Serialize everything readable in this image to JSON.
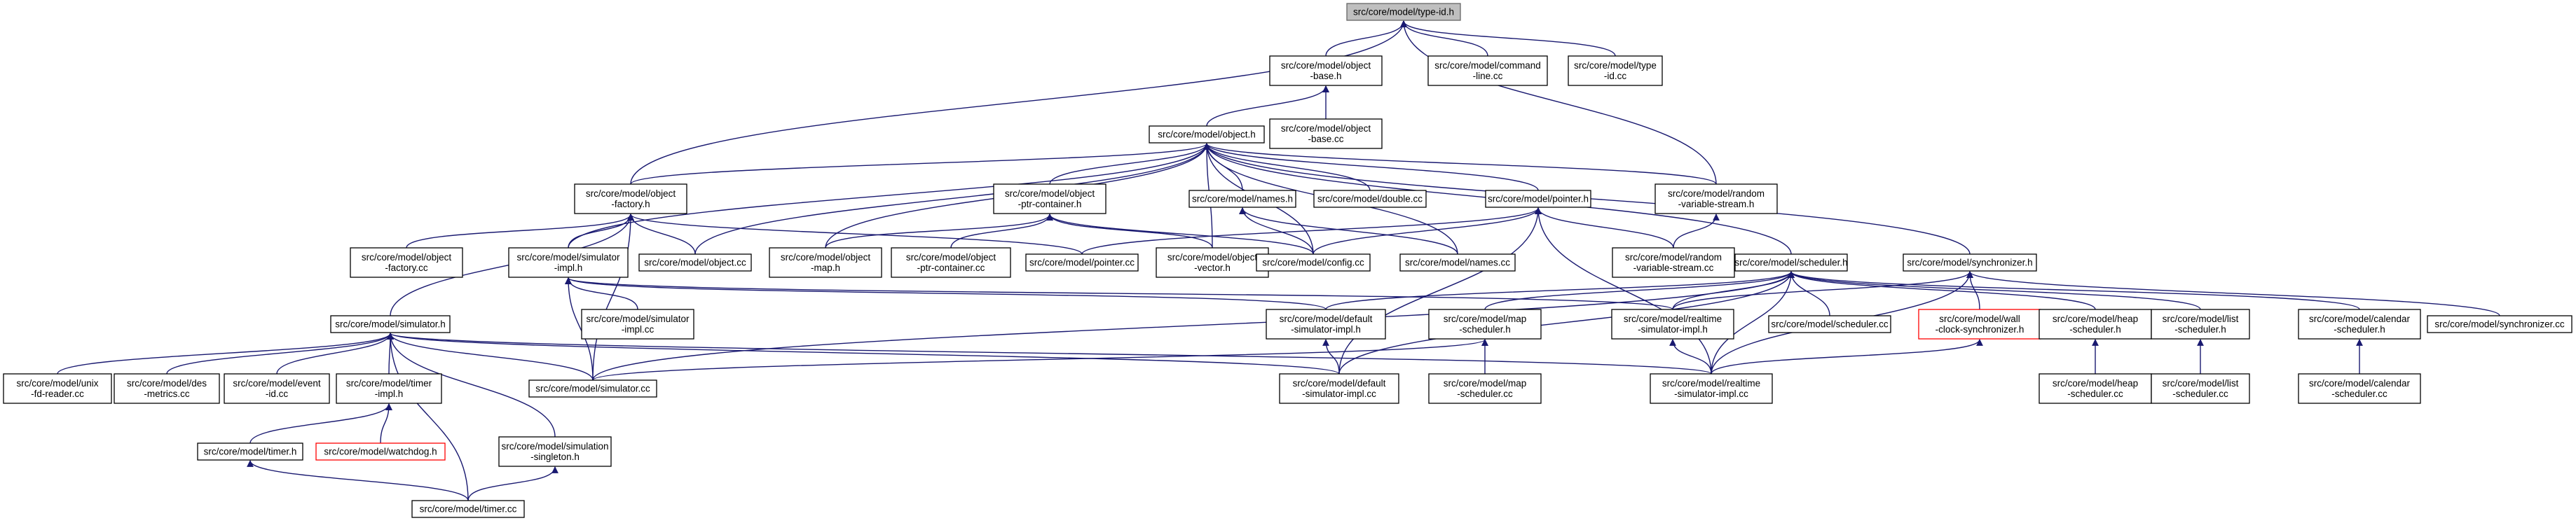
{
  "diagram": {
    "title": "",
    "colors": {
      "edge": "#191970",
      "root_fill": "#bfbfbf",
      "node_fill": "#ffffff",
      "missing_border": "#ff0000"
    },
    "nodes": [
      {
        "id": "type-id-h",
        "lines": [
          "src/core/model/type-id.h"
        ],
        "kind": "root"
      },
      {
        "id": "object-base-h",
        "lines": [
          "src/core/model/object",
          "-base.h"
        ]
      },
      {
        "id": "command-line-cc",
        "lines": [
          "src/core/model/command",
          "-line.cc"
        ]
      },
      {
        "id": "type-id-cc",
        "lines": [
          "src/core/model/type",
          "-id.cc"
        ]
      },
      {
        "id": "object-base-cc",
        "lines": [
          "src/core/model/object",
          "-base.cc"
        ]
      },
      {
        "id": "object-h",
        "lines": [
          "src/core/model/object.h"
        ]
      },
      {
        "id": "object-factory-h",
        "lines": [
          "src/core/model/object",
          "-factory.h"
        ]
      },
      {
        "id": "object-ptr-container-h",
        "lines": [
          "src/core/model/object",
          "-ptr-container.h"
        ]
      },
      {
        "id": "names-h",
        "lines": [
          "src/core/model/names.h"
        ]
      },
      {
        "id": "double-cc",
        "lines": [
          "src/core/model/double.cc"
        ]
      },
      {
        "id": "pointer-h",
        "lines": [
          "src/core/model/pointer.h"
        ]
      },
      {
        "id": "random-variable-stream-h",
        "lines": [
          "src/core/model/random",
          "-variable-stream.h"
        ]
      },
      {
        "id": "object-factory-cc",
        "lines": [
          "src/core/model/object",
          "-factory.cc"
        ]
      },
      {
        "id": "simulator-impl-h",
        "lines": [
          "src/core/model/simulator",
          "-impl.h"
        ]
      },
      {
        "id": "object-cc",
        "lines": [
          "src/core/model/object.cc"
        ]
      },
      {
        "id": "object-map-h",
        "lines": [
          "src/core/model/object",
          "-map.h"
        ]
      },
      {
        "id": "object-ptr-container-cc",
        "lines": [
          "src/core/model/object",
          "-ptr-container.cc"
        ]
      },
      {
        "id": "pointer-cc",
        "lines": [
          "src/core/model/pointer.cc"
        ]
      },
      {
        "id": "object-vector-h",
        "lines": [
          "src/core/model/object",
          "-vector.h"
        ]
      },
      {
        "id": "config-cc",
        "lines": [
          "src/core/model/config.cc"
        ]
      },
      {
        "id": "names-cc",
        "lines": [
          "src/core/model/names.cc"
        ]
      },
      {
        "id": "random-variable-stream-cc",
        "lines": [
          "src/core/model/random",
          "-variable-stream.cc"
        ]
      },
      {
        "id": "scheduler-h",
        "lines": [
          "src/core/model/scheduler.h"
        ]
      },
      {
        "id": "synchronizer-h",
        "lines": [
          "src/core/model/synchronizer.h"
        ]
      },
      {
        "id": "simulator-h",
        "lines": [
          "src/core/model/simulator.h"
        ]
      },
      {
        "id": "simulator-impl-cc",
        "lines": [
          "src/core/model/simulator",
          "-impl.cc"
        ]
      },
      {
        "id": "default-simulator-impl-h",
        "lines": [
          "src/core/model/default",
          "-simulator-impl.h"
        ]
      },
      {
        "id": "map-scheduler-h",
        "lines": [
          "src/core/model/map",
          "-scheduler.h"
        ]
      },
      {
        "id": "realtime-simulator-impl-h",
        "lines": [
          "src/core/model/realtime",
          "-simulator-impl.h"
        ]
      },
      {
        "id": "scheduler-cc",
        "lines": [
          "src/core/model/scheduler.cc"
        ]
      },
      {
        "id": "wall-clock-synchronizer-h",
        "lines": [
          "src/core/model/wall",
          "-clock-synchronizer.h"
        ],
        "kind": "missing"
      },
      {
        "id": "heap-scheduler-h",
        "lines": [
          "src/core/model/heap",
          "-scheduler.h"
        ]
      },
      {
        "id": "list-scheduler-h",
        "lines": [
          "src/core/model/list",
          "-scheduler.h"
        ]
      },
      {
        "id": "calendar-scheduler-h",
        "lines": [
          "src/core/model/calendar",
          "-scheduler.h"
        ]
      },
      {
        "id": "synchronizer-cc",
        "lines": [
          "src/core/model/synchronizer.cc"
        ]
      },
      {
        "id": "unix-fd-reader-cc",
        "lines": [
          "src/core/model/unix",
          "-fd-reader.cc"
        ]
      },
      {
        "id": "des-metrics-cc",
        "lines": [
          "src/core/model/des",
          "-metrics.cc"
        ]
      },
      {
        "id": "event-id-cc",
        "lines": [
          "src/core/model/event",
          "-id.cc"
        ]
      },
      {
        "id": "timer-impl-h",
        "lines": [
          "src/core/model/timer",
          "-impl.h"
        ]
      },
      {
        "id": "simulator-cc",
        "lines": [
          "src/core/model/simulator.cc"
        ]
      },
      {
        "id": "default-simulator-impl-cc",
        "lines": [
          "src/core/model/default",
          "-simulator-impl.cc"
        ]
      },
      {
        "id": "map-scheduler-cc",
        "lines": [
          "src/core/model/map",
          "-scheduler.cc"
        ]
      },
      {
        "id": "realtime-simulator-impl-cc",
        "lines": [
          "src/core/model/realtime",
          "-simulator-impl.cc"
        ]
      },
      {
        "id": "heap-scheduler-cc",
        "lines": [
          "src/core/model/heap",
          "-scheduler.cc"
        ]
      },
      {
        "id": "list-scheduler-cc",
        "lines": [
          "src/core/model/list",
          "-scheduler.cc"
        ]
      },
      {
        "id": "calendar-scheduler-cc",
        "lines": [
          "src/core/model/calendar",
          "-scheduler.cc"
        ]
      },
      {
        "id": "timer-h",
        "lines": [
          "src/core/model/timer.h"
        ]
      },
      {
        "id": "watchdog-h",
        "lines": [
          "src/core/model/watchdog.h"
        ],
        "kind": "missing"
      },
      {
        "id": "simulation-singleton-h",
        "lines": [
          "src/core/model/simulation",
          "-singleton.h"
        ]
      },
      {
        "id": "timer-cc",
        "lines": [
          "src/core/model/timer.cc"
        ]
      }
    ],
    "edges": [
      [
        "object-base-h",
        "type-id-h"
      ],
      [
        "command-line-cc",
        "type-id-h"
      ],
      [
        "type-id-cc",
        "type-id-h"
      ],
      [
        "object-factory-h",
        "type-id-h"
      ],
      [
        "random-variable-stream-h",
        "type-id-h"
      ],
      [
        "object-base-cc",
        "object-base-h"
      ],
      [
        "object-h",
        "object-base-h"
      ],
      [
        "object-factory-h",
        "object-h"
      ],
      [
        "object-ptr-container-h",
        "object-h"
      ],
      [
        "names-h",
        "object-h"
      ],
      [
        "double-cc",
        "object-h"
      ],
      [
        "pointer-h",
        "object-h"
      ],
      [
        "random-variable-stream-h",
        "object-h"
      ],
      [
        "simulator-impl-h",
        "object-h"
      ],
      [
        "object-cc",
        "object-h"
      ],
      [
        "object-map-h",
        "object-h"
      ],
      [
        "object-vector-h",
        "object-h"
      ],
      [
        "config-cc",
        "object-h"
      ],
      [
        "names-cc",
        "object-h"
      ],
      [
        "scheduler-h",
        "object-h"
      ],
      [
        "synchronizer-h",
        "object-h"
      ],
      [
        "object-factory-cc",
        "object-factory-h"
      ],
      [
        "simulator-impl-h",
        "object-factory-h"
      ],
      [
        "object-cc",
        "object-factory-h"
      ],
      [
        "pointer-cc",
        "object-factory-h"
      ],
      [
        "simulator-h",
        "object-factory-h"
      ],
      [
        "simulator-cc",
        "object-factory-h"
      ],
      [
        "object-map-h",
        "object-ptr-container-h"
      ],
      [
        "object-ptr-container-cc",
        "object-ptr-container-h"
      ],
      [
        "object-vector-h",
        "object-ptr-container-h"
      ],
      [
        "config-cc",
        "object-ptr-container-h"
      ],
      [
        "config-cc",
        "names-h"
      ],
      [
        "names-cc",
        "names-h"
      ],
      [
        "pointer-cc",
        "pointer-h"
      ],
      [
        "config-cc",
        "pointer-h"
      ],
      [
        "random-variable-stream-cc",
        "pointer-h"
      ],
      [
        "default-simulator-impl-cc",
        "pointer-h"
      ],
      [
        "realtime-simulator-impl-cc",
        "pointer-h"
      ],
      [
        "random-variable-stream-cc",
        "random-variable-stream-h"
      ],
      [
        "simulator-impl-cc",
        "simulator-impl-h"
      ],
      [
        "default-simulator-impl-h",
        "simulator-impl-h"
      ],
      [
        "realtime-simulator-impl-h",
        "simulator-impl-h"
      ],
      [
        "simulator-cc",
        "simulator-impl-h"
      ],
      [
        "default-simulator-impl-h",
        "scheduler-h"
      ],
      [
        "map-scheduler-h",
        "scheduler-h"
      ],
      [
        "realtime-simulator-impl-h",
        "scheduler-h"
      ],
      [
        "scheduler-cc",
        "scheduler-h"
      ],
      [
        "heap-scheduler-h",
        "scheduler-h"
      ],
      [
        "list-scheduler-h",
        "scheduler-h"
      ],
      [
        "calendar-scheduler-h",
        "scheduler-h"
      ],
      [
        "simulator-cc",
        "scheduler-h"
      ],
      [
        "default-simulator-impl-cc",
        "scheduler-h"
      ],
      [
        "realtime-simulator-impl-cc",
        "scheduler-h"
      ],
      [
        "wall-clock-synchronizer-h",
        "synchronizer-h"
      ],
      [
        "synchronizer-cc",
        "synchronizer-h"
      ],
      [
        "realtime-simulator-impl-h",
        "synchronizer-h"
      ],
      [
        "realtime-simulator-impl-cc",
        "synchronizer-h"
      ],
      [
        "unix-fd-reader-cc",
        "simulator-h"
      ],
      [
        "des-metrics-cc",
        "simulator-h"
      ],
      [
        "event-id-cc",
        "simulator-h"
      ],
      [
        "timer-impl-h",
        "simulator-h"
      ],
      [
        "simulator-cc",
        "simulator-h"
      ],
      [
        "default-simulator-impl-cc",
        "simulator-h"
      ],
      [
        "realtime-simulator-impl-cc",
        "simulator-h"
      ],
      [
        "simulation-singleton-h",
        "simulator-h"
      ],
      [
        "timer-cc",
        "simulator-h"
      ],
      [
        "default-simulator-impl-cc",
        "default-simulator-impl-h"
      ],
      [
        "map-scheduler-cc",
        "map-scheduler-h"
      ],
      [
        "simulator-cc",
        "map-scheduler-h"
      ],
      [
        "realtime-simulator-impl-cc",
        "realtime-simulator-impl-h"
      ],
      [
        "realtime-simulator-impl-cc",
        "wall-clock-synchronizer-h"
      ],
      [
        "heap-scheduler-cc",
        "heap-scheduler-h"
      ],
      [
        "list-scheduler-cc",
        "list-scheduler-h"
      ],
      [
        "calendar-scheduler-cc",
        "calendar-scheduler-h"
      ],
      [
        "timer-h",
        "timer-impl-h"
      ],
      [
        "watchdog-h",
        "timer-impl-h"
      ],
      [
        "timer-cc",
        "timer-h"
      ],
      [
        "timer-cc",
        "simulation-singleton-h"
      ]
    ]
  }
}
